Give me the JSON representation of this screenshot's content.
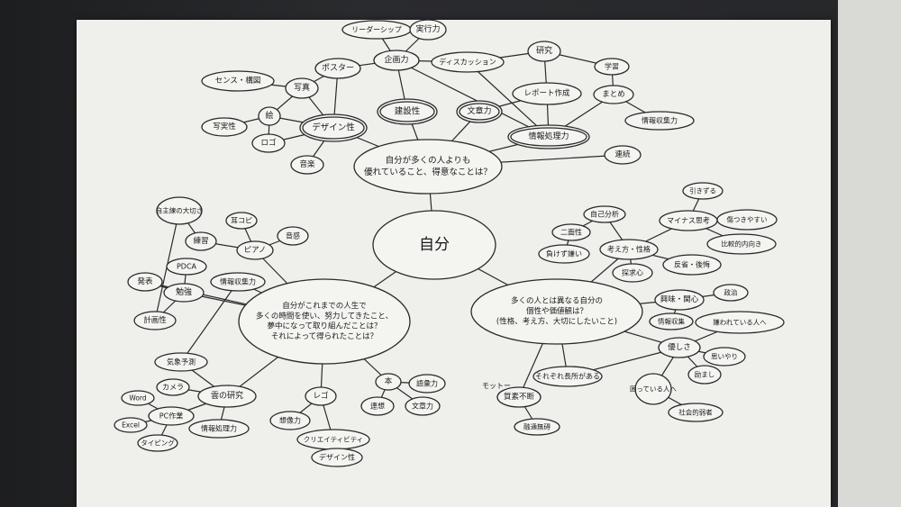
{
  "mindmap": {
    "center": {
      "id": "center",
      "lines": [
        "自分"
      ]
    },
    "branches": [
      {
        "id": "b1",
        "lines": [
          "自分が多くの人よりも",
          "優れていること、得意なことは？"
        ]
      },
      {
        "id": "b2",
        "lines": [
          "自分がこれまでの人生で",
          "多くの時間を使い、努力してきたこと、",
          "夢中になって取り組んだことは？",
          "それによって得られたことは？"
        ]
      },
      {
        "id": "b3",
        "lines": [
          "多くの人とは異なる自分の",
          "個性や価値観は？",
          "(性格、考え方、大切にしたいこと)"
        ]
      }
    ],
    "nodes": [
      {
        "id": "leader",
        "label": "リーダーシップ"
      },
      {
        "id": "jikko",
        "label": "実行力"
      },
      {
        "id": "kikaku",
        "label": "企画力"
      },
      {
        "id": "disc",
        "label": "ディスカッション"
      },
      {
        "id": "kenkyu",
        "label": "研究"
      },
      {
        "id": "gakushu",
        "label": "学習"
      },
      {
        "id": "matome",
        "label": "まとめ"
      },
      {
        "id": "joho_shu",
        "label": "情報収集力"
      },
      {
        "id": "report",
        "label": "レポート作成"
      },
      {
        "id": "kensetsu",
        "label": "建設性"
      },
      {
        "id": "bunsho1",
        "label": "文章力"
      },
      {
        "id": "joho_shori",
        "label": "情報処理力"
      },
      {
        "id": "renzoku",
        "label": "連続"
      },
      {
        "id": "poster",
        "label": "ポスター"
      },
      {
        "id": "sense",
        "label": "センス・構図"
      },
      {
        "id": "shashin",
        "label": "写真"
      },
      {
        "id": "e",
        "label": "絵"
      },
      {
        "id": "shajitsu",
        "label": "写実性"
      },
      {
        "id": "design1",
        "label": "デザイン性"
      },
      {
        "id": "logo",
        "label": "ロゴ"
      },
      {
        "id": "ongaku",
        "label": "音楽"
      },
      {
        "id": "jishu",
        "label": "自主練の大切さ"
      },
      {
        "id": "mimi",
        "label": "耳コピ"
      },
      {
        "id": "onkan",
        "label": "音感"
      },
      {
        "id": "renshu",
        "label": "練習"
      },
      {
        "id": "piano",
        "label": "ピアノ"
      },
      {
        "id": "pdca",
        "label": "PDCA"
      },
      {
        "id": "happyo",
        "label": "発表"
      },
      {
        "id": "benkyo",
        "label": "勉強"
      },
      {
        "id": "joho_shu2",
        "label": "情報収集力"
      },
      {
        "id": "keikaku",
        "label": "計画性"
      },
      {
        "id": "kumo_yosoku",
        "label": "気象予測"
      },
      {
        "id": "camera",
        "label": "カメラ"
      },
      {
        "id": "kumo",
        "label": "雲の研究"
      },
      {
        "id": "word",
        "label": "Word"
      },
      {
        "id": "pc",
        "label": "PC作業"
      },
      {
        "id": "excel",
        "label": "Excel"
      },
      {
        "id": "typing",
        "label": "タイピング"
      },
      {
        "id": "joho_shori2",
        "label": "情報処理力"
      },
      {
        "id": "logo2",
        "label": "レゴ"
      },
      {
        "id": "sozo",
        "label": "想像力"
      },
      {
        "id": "creative",
        "label": "クリエイティビティ"
      },
      {
        "id": "design2",
        "label": "デザイン性"
      },
      {
        "id": "hon",
        "label": "本"
      },
      {
        "id": "goi",
        "label": "語彙力"
      },
      {
        "id": "renso",
        "label": "連想"
      },
      {
        "id": "bunsho2",
        "label": "文章力"
      },
      {
        "id": "jiko",
        "label": "自己分析"
      },
      {
        "id": "nimen",
        "label": "二面性"
      },
      {
        "id": "makezu",
        "label": "負けず嫌い"
      },
      {
        "id": "kangae",
        "label": "考え方・性格"
      },
      {
        "id": "tankyu",
        "label": "探求心"
      },
      {
        "id": "hikizuru",
        "label": "引きずる"
      },
      {
        "id": "minus",
        "label": "マイナス思考"
      },
      {
        "id": "kizu",
        "label": "傷つきやすい"
      },
      {
        "id": "hansei",
        "label": "反省・後悔"
      },
      {
        "id": "uchimuki",
        "label": "比較的内向き"
      },
      {
        "id": "kyomi",
        "label": "興味・関心"
      },
      {
        "id": "seiji",
        "label": "政治"
      },
      {
        "id": "joho_shu3",
        "label": "情報収集"
      },
      {
        "id": "kirawa",
        "label": "嫌われている人へ"
      },
      {
        "id": "yasashisa",
        "label": "優しさ"
      },
      {
        "id": "omoiyari",
        "label": "思いやり"
      },
      {
        "id": "hagemashi",
        "label": "励まし"
      },
      {
        "id": "komatte",
        "label": "困っている人へ"
      },
      {
        "id": "shakai",
        "label": "社会的弱者"
      },
      {
        "id": "sorezore",
        "label": "それぞれ長所がある"
      },
      {
        "id": "fuhen",
        "label": "質素不断"
      },
      {
        "id": "yuzu",
        "label": "融通無碍"
      }
    ],
    "notes": {
      "motto": "モットー"
    }
  }
}
